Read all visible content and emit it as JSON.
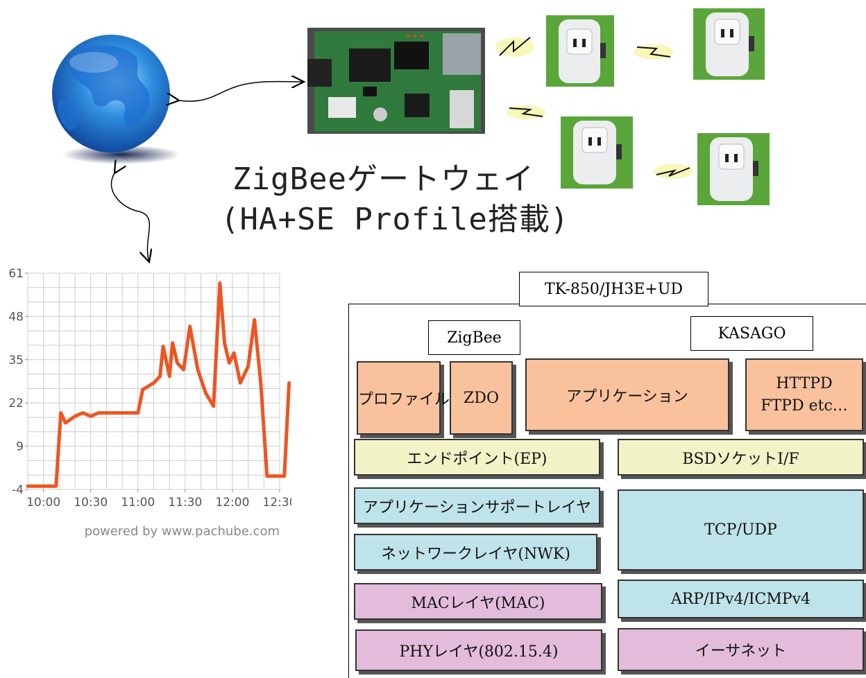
{
  "title": {
    "line1": "ZigBeeゲートウェイ",
    "line2": "(HA+SE Profile搭載)"
  },
  "stack": {
    "board_label": "TK-850/JH3E+UD",
    "zigbee_label": "ZigBee",
    "kasago_label": "KASAGO",
    "layers": {
      "profile": "プロファイル",
      "zdo": "ZDO",
      "application": "アプリケーション",
      "httpd_line1": "HTTPD",
      "httpd_line2": "FTPD etc…",
      "endpoint": "エンドポイント(EP)",
      "bsd_socket": "BSDソケットI/F",
      "aps": "アプリケーションサポートレイヤ",
      "tcp_udp": "TCP/UDP",
      "nwk": "ネットワークレイヤ(NWK)",
      "mac": "MACレイヤ(MAC)",
      "arp": "ARP/IPv4/ICMPv4",
      "phy": "PHYレイヤ(802.15.4)",
      "ethernet": "イーサネット"
    },
    "colors": {
      "orange": "#f9c29d",
      "yellow": "#f3f3c8",
      "blue": "#bfe3ea",
      "pink": "#e3bcdc"
    }
  },
  "chart_data": {
    "type": "line",
    "x_tick_labels": [
      "10:00",
      "10:30",
      "11:00",
      "11:30",
      "12:00",
      "12:30"
    ],
    "y_tick_labels": [
      "61",
      "48",
      "35",
      "22",
      "9",
      "-4"
    ],
    "ylim": [
      -4,
      61
    ],
    "xlim_minutes_from_10_00": [
      -10,
      150
    ],
    "grid": true,
    "series": [
      {
        "color": "#ee5522",
        "x": [
          "09:50",
          "09:56",
          "10:00",
          "10:06",
          "10:08",
          "10:11",
          "10:14",
          "10:20",
          "10:25",
          "10:30",
          "10:35",
          "10:40",
          "10:46",
          "10:50",
          "10:52",
          "10:55",
          "11:00",
          "11:03",
          "11:10",
          "11:14",
          "11:16",
          "11:20",
          "11:22",
          "11:25",
          "11:29",
          "11:33",
          "11:38",
          "11:43",
          "11:48",
          "11:52",
          "11:55",
          "11:58",
          "12:01",
          "12:05",
          "12:10",
          "12:14",
          "12:18",
          "12:22",
          "12:26",
          "12:30",
          "12:33",
          "12:36"
        ],
        "values": [
          -3,
          -3,
          -3,
          -3,
          -3,
          19,
          16,
          18,
          19,
          18,
          19,
          19,
          19,
          19,
          19,
          19,
          19,
          26,
          28,
          30,
          39,
          30,
          40,
          34,
          32,
          45,
          32,
          25,
          21,
          58,
          40,
          34,
          37,
          28,
          33,
          47,
          28,
          0,
          0,
          0,
          0,
          0
        ]
      }
    ],
    "footer": "powered by www.pachube.com"
  }
}
